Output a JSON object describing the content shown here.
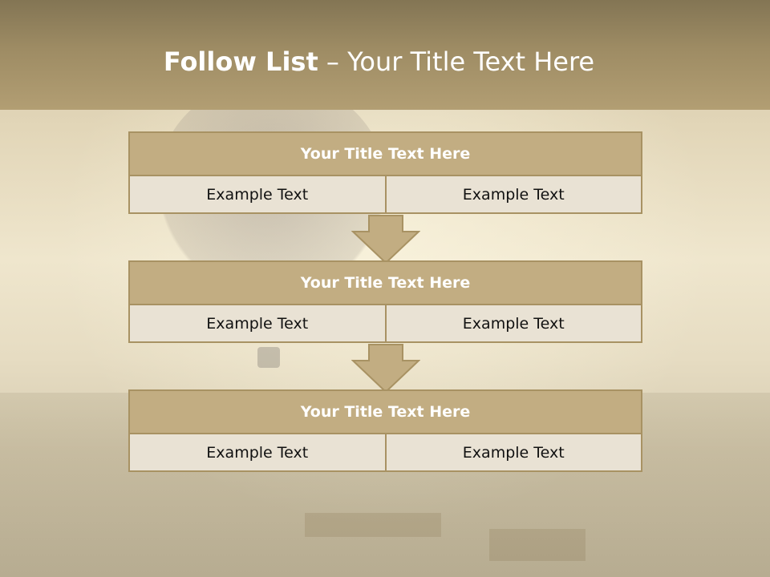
{
  "header": {
    "title_strong": "Follow List",
    "title_rest": "  – Your Title Text Here"
  },
  "blocks": [
    {
      "title": "Your Title Text Here",
      "cells": [
        "Example Text",
        "Example Text"
      ]
    },
    {
      "title": "Your Title Text Here",
      "cells": [
        "Example Text",
        "Example Text"
      ]
    },
    {
      "title": "Your Title Text Here",
      "cells": [
        "Example Text",
        "Example Text"
      ]
    }
  ],
  "colors": {
    "header": "#9e8c64",
    "block_title_fill": "#c2ad82",
    "border": "#a89263",
    "cell_fill": "#e9e2d4"
  }
}
